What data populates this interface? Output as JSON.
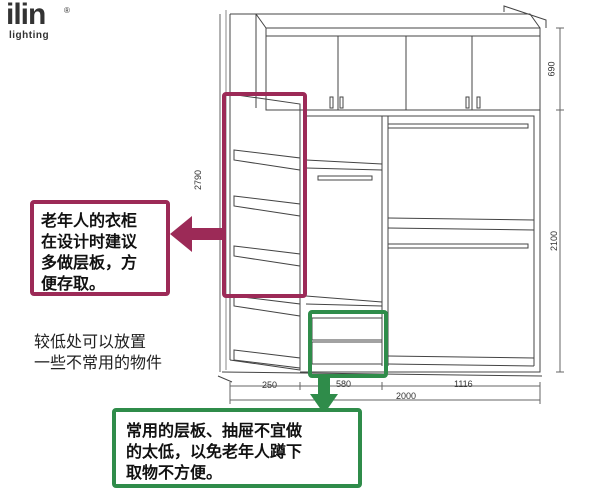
{
  "logo": {
    "main": "ilin",
    "sub": "lighting",
    "reg": "®"
  },
  "callouts": {
    "elderly_wardrobe": {
      "lines": [
        "老年人的衣柜",
        "在设计时建议",
        "多做层板，方",
        "便存取。"
      ],
      "color": "#9c2a57"
    },
    "low_shelves": {
      "lines": [
        "常用的层板、抽屉不宜做",
        "的太低，以免老年人蹲下",
        "取物不方便。"
      ],
      "color": "#2f8c4a"
    }
  },
  "note": {
    "lines": [
      "较低处可以放置",
      "一些不常用的物件"
    ]
  },
  "dimensions": {
    "height_total": "2790",
    "top_cabinet": "690",
    "main_section": "2100",
    "width_side": "250",
    "width_middle": "580",
    "width_right": "1116",
    "width_total": "2000"
  }
}
